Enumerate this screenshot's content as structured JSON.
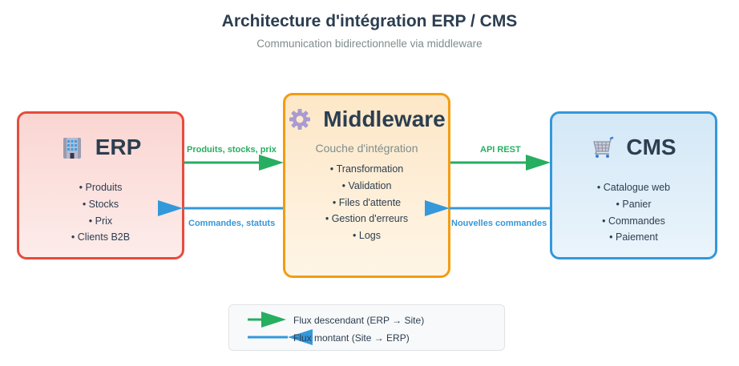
{
  "header": {
    "title": "Architecture d'intégration ERP / CMS",
    "subtitle": "Communication bidirectionnelle via middleware"
  },
  "nodes": {
    "erp": {
      "icon": "office-building-icon",
      "title": "ERP",
      "items": [
        "Produits",
        "Stocks",
        "Prix",
        "Clients B2B"
      ],
      "border_color": "#e74c3c"
    },
    "middleware": {
      "icon": "gear-icon",
      "title": "Middleware",
      "subtitle": "Couche d'intégration",
      "items": [
        "Transformation",
        "Validation",
        "Files d'attente",
        "Gestion d'erreurs",
        "Logs"
      ],
      "border_color": "#f39c12"
    },
    "cms": {
      "icon": "shopping-cart-icon",
      "title": "CMS",
      "items": [
        "Catalogue web",
        "Panier",
        "Commandes",
        "Paiement"
      ],
      "border_color": "#3498db"
    }
  },
  "flows": {
    "erp_to_mw": {
      "label": "Produits, stocks, prix",
      "direction": "erp→middleware",
      "color": "#27ae60"
    },
    "mw_to_erp": {
      "label": "Commandes, statuts",
      "direction": "middleware→erp",
      "color": "#3498db"
    },
    "mw_to_cms": {
      "label": "API REST",
      "direction": "middleware→cms",
      "color": "#27ae60"
    },
    "cms_to_mw": {
      "label": "Nouvelles commandes",
      "direction": "cms→middleware",
      "color": "#3498db"
    }
  },
  "legend": {
    "down": {
      "label": "Flux descendant (ERP → Site)",
      "color": "#27ae60"
    },
    "up": {
      "label": "Flux montant (Site → ERP)",
      "color": "#3498db"
    }
  }
}
